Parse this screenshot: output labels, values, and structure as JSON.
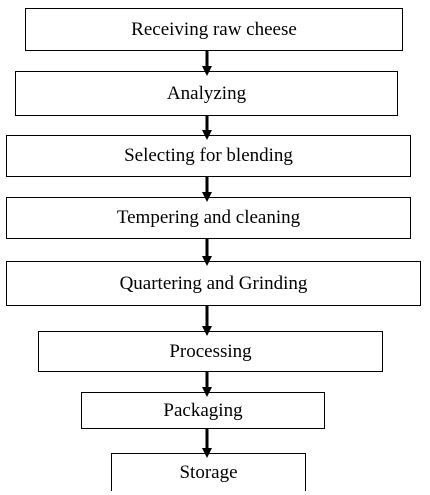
{
  "diagram": {
    "steps": [
      {
        "label": "Receiving raw cheese"
      },
      {
        "label": "Analyzing"
      },
      {
        "label": "Selecting for blending"
      },
      {
        "label": "Tempering and cleaning"
      },
      {
        "label": "Quartering and Grinding"
      },
      {
        "label": "Processing"
      },
      {
        "label": "Packaging"
      },
      {
        "label": "Storage"
      }
    ],
    "colors": {
      "line": "#000000",
      "background": "#ffffff"
    }
  }
}
